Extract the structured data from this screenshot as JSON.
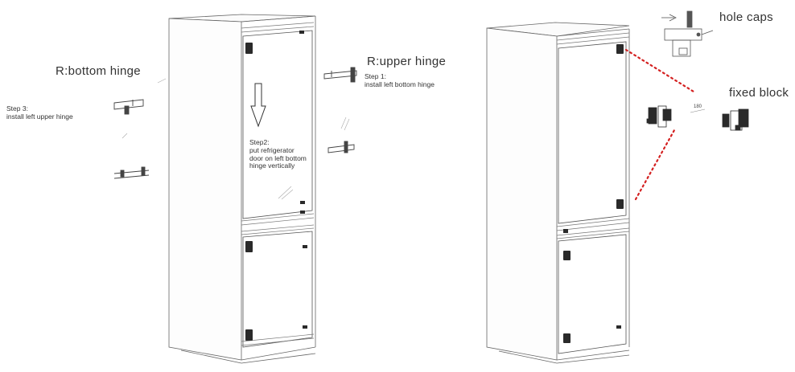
{
  "labels": {
    "r_bottom_hinge": "R:bottom hinge",
    "r_upper_hinge": "R:upper hinge",
    "step1": "Step 1:\ninstall left bottom hinge",
    "step2": "Step2:\nput refrigerator\ndoor on left bottom\nhinge vertically",
    "step3": "Step 3:\ninstall left upper hinge",
    "hole_caps": "hole caps",
    "fixed_block": "fixed block",
    "angle": "180"
  },
  "colors": {
    "line": "#555555",
    "light_line": "#9a9a9a",
    "hardware": "#2a2a2a",
    "dotted_guide": "#d42020"
  }
}
